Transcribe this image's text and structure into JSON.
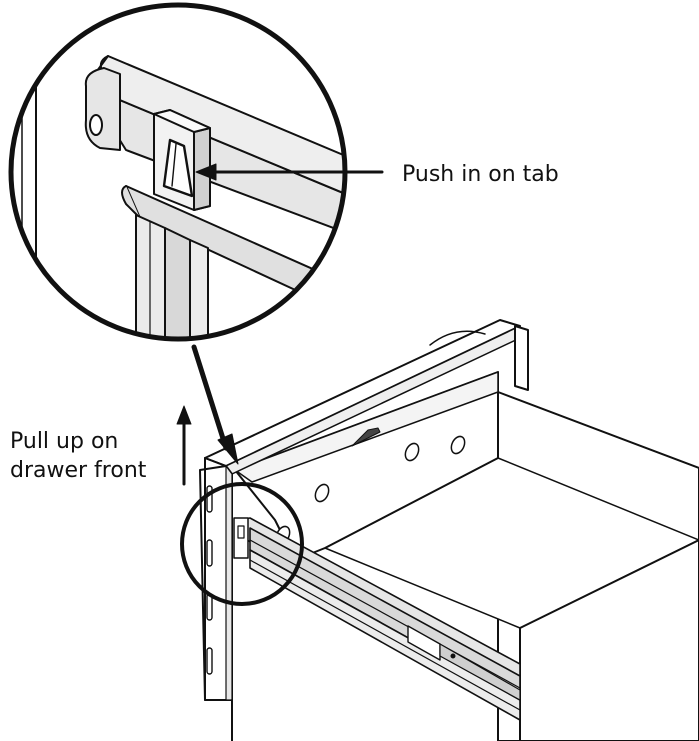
{
  "callouts": {
    "push_tab": "Push in on tab",
    "pull_line1": "Pull up on",
    "pull_line2": "drawer front"
  },
  "colors": {
    "line": "#111111",
    "metal_fill": "#e6e6e6",
    "metal_dark": "#cfcfcf",
    "background": "#ffffff"
  }
}
